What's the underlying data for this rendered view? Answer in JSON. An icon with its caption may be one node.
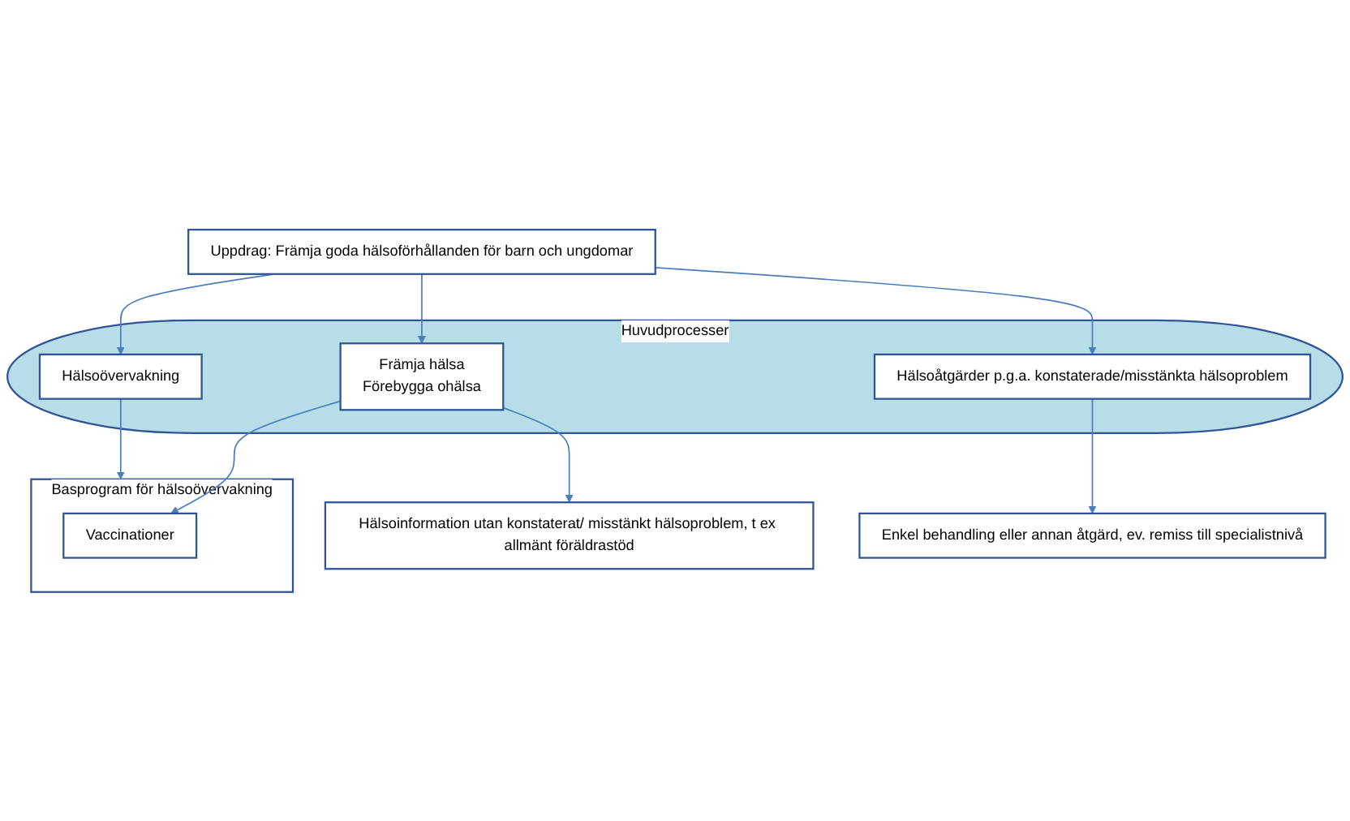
{
  "diagram": {
    "nodes": [
      {
        "text": [
          "Uppdrag: Främja goda hälsoförhållanden för barn och ungdomar"
        ]
      },
      {
        "text": [
          "Huvudprocesser"
        ]
      },
      {
        "text": [
          "Hälsoövervakning"
        ],
        "in": 1
      },
      {
        "text": [
          "Främja hälsa",
          "Förebygga ohälsa"
        ],
        "in": 1
      },
      {
        "text": [
          "Hälsoåtgärder p.g.a. konstaterade/misstänkta hälsoproblem"
        ],
        "in": 1
      },
      {
        "text": [
          "Basprogram för hälsoövervakning"
        ]
      },
      {
        "text": [
          "Vaccinationer"
        ],
        "in": 5
      },
      {
        "text": [
          "Hälsoinformation utan konstaterat/ misstänkt hälsoproblem, t ex allmänt föräldrastöd"
        ]
      },
      {
        "text": [
          "Enkel behandling eller annan åtgärd, ev. remiss till specialistnivå"
        ]
      }
    ],
    "edges": [
      {
        "from": 0,
        "to": 2,
        "arrow": "to"
      },
      {
        "from": 0,
        "to": 3,
        "arrow": "to"
      },
      {
        "from": 0,
        "to": 4,
        "arrow": "to"
      },
      {
        "from": 2,
        "to": 5,
        "arrow": "to"
      },
      {
        "from": 3,
        "to": 6,
        "arrow": "to"
      },
      {
        "from": 3,
        "to": 7,
        "arrow": "to"
      },
      {
        "from": 4,
        "to": 8,
        "arrow": "to"
      }
    ]
  }
}
